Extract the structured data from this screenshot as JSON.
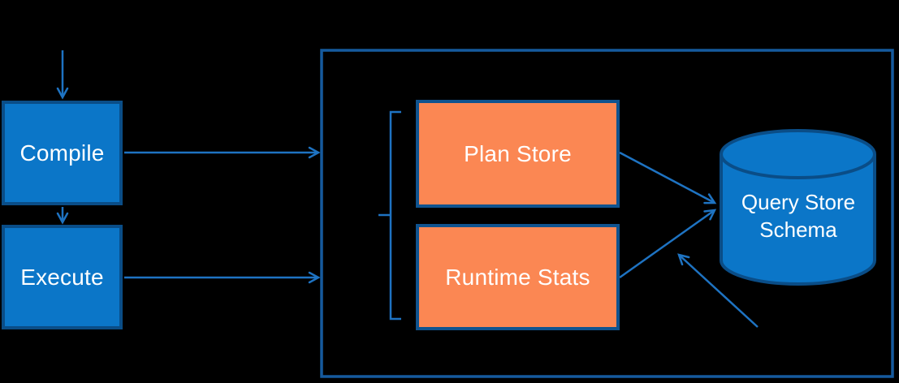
{
  "diagram": {
    "description": "Query Store process flow diagram",
    "nodes": {
      "compile": {
        "label": "Compile"
      },
      "execute": {
        "label": "Execute"
      },
      "plan_store": {
        "label": "Plan Store"
      },
      "runtime_stats": {
        "label": "Runtime Stats"
      },
      "query_store_schema": {
        "label": "Query Store\nSchema"
      }
    },
    "edges": [
      {
        "from": "external-input",
        "to": "compile"
      },
      {
        "from": "compile",
        "to": "execute"
      },
      {
        "from": "compile",
        "to": "query-store-container"
      },
      {
        "from": "execute",
        "to": "query-store-container"
      },
      {
        "from": "plan_store",
        "to": "query_store_schema"
      },
      {
        "from": "runtime_stats",
        "to": "query_store_schema"
      },
      {
        "from": "bottom-right",
        "to": "query_store_schema"
      }
    ]
  },
  "colors": {
    "background": "#000000",
    "blue_fill": "#0B76C8",
    "blue_border": "#0A4D87",
    "orange_fill": "#FB8753",
    "orange_border": "#0F538F",
    "outline": "#155A9E",
    "arrow": "#1E73C2",
    "text": "#FFFFFF"
  }
}
